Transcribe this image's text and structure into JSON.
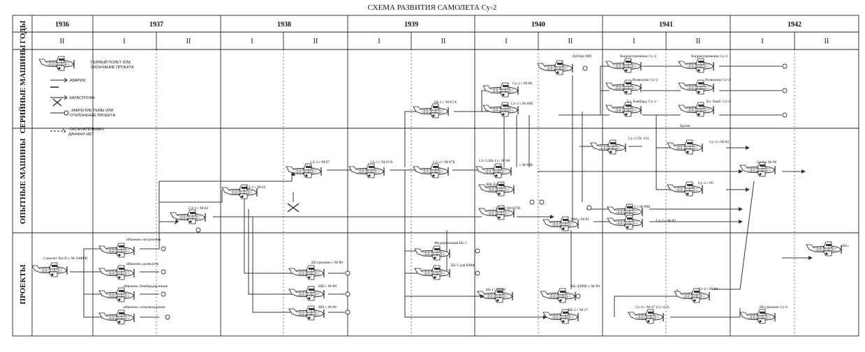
{
  "title": "СХЕМА РАЗВИТИЯ САМОЛЕТА Су-2",
  "row_labels": {
    "years": "ГОДЫ",
    "serial": "СЕРИЙНЫЕ МАШИНЫ",
    "prototype": "ОПЫТНЫЕ МАШИНЫ",
    "projects": "ПРОЕКТЫ"
  },
  "years": [
    "1936",
    "1937",
    "1938",
    "1939",
    "1940",
    "1941",
    "1942"
  ],
  "halves": [
    "II",
    "I",
    "II",
    "I",
    "II",
    "I",
    "II",
    "I",
    "II",
    "I",
    "II",
    "I",
    "II"
  ],
  "legend": {
    "first_flight": "ПЕРВЫЙ ПОЛЕТ ИЛИ ОКОНЧАНИЕ ПРОЕКТА",
    "accident": "-АВАРИЯ",
    "crash": "-КАТАСТРОФА",
    "closed": "-ЗАКРЫТИЕ ТЕМЫ ИЛИ ОТКЛОНЕНИЕ ПРОЕКТА",
    "no_data": "-ОКОНЧАТЕЛЬНЫХ ДАННЫХ НЕТ"
  },
  "aircraft": {
    "samolet145": "Самолет №145 с М-34ФРН",
    "ivanov_shturm": "«Иванов» штурмовик",
    "ivanov_razved": "«Иванов» разведчик",
    "ivanov_bomb": "«Иванов» бомбардировщик",
    "ivanov_sopr": "«Иванов» сопровождения",
    "sz1": "СЗ-1 с М-62",
    "sz2": "СЗ-2 с М-62",
    "sz3_87": "СЗ-3 с М-87",
    "sz3_87a": "СЗ-3 с М-87А",
    "sz3_87b": "СЗ-3 с М-87Б",
    "sz3_bb1": "СЗ-3 (ББ-1) с М-88",
    "m88b": "с М-88Б",
    "shb_bb2": "ШБ (ББ-2)",
    "sz1_63tk": "СЗ-1 с М-63ТК",
    "bb1_87a": "ББ-1 с М-87А",
    "su2_88": "Су-2 с М-88",
    "su2_88b": "Су-2 с М-88Б",
    "dubler": "Дублер МИ",
    "korr1": "Корректировщик Су-2",
    "korr2": "Корректировщик Су-2",
    "razved1": "Разведчик Су-2",
    "razved2": "Разведчик Су-2",
    "blbomb1": "Бл. бомбард. Су-2",
    "blbomb2": "Бл. бомб. Су-2",
    "bronya": "Броня",
    "su2_no16": "Су-2 (№ 1/6)",
    "su2_82": "Су-2 с М-82",
    "su2_rs": "Су-2 с РС",
    "su2_89b": "Су-2 с М-89Б",
    "su2_m82b": "Су-2 с М-82",
    "mi_81": "МИ с М-81",
    "su4_90": "Су-4 с М-90",
    "shturm80": "Штурмовик с М-80",
    "shb80": "ШБ с М-80",
    "shb88": "ШБ с М-88",
    "modern": "Модернизация ББ-1",
    "bb1_vmf": "ББ-1 для ВМФ",
    "bb1_90": "ББ-1 с М-90",
    "bb3mi": "ББ-3(МИ) с М-90",
    "bb5_37": "ББ-5 с М-37",
    "su4_37": "Су-4 с М-37 (Су-4/1)",
    "su4_90b": "Су-4 с М-90",
    "shturm42": "Штурмовик Су-6",
    "bb_label": "«ББ»"
  }
}
